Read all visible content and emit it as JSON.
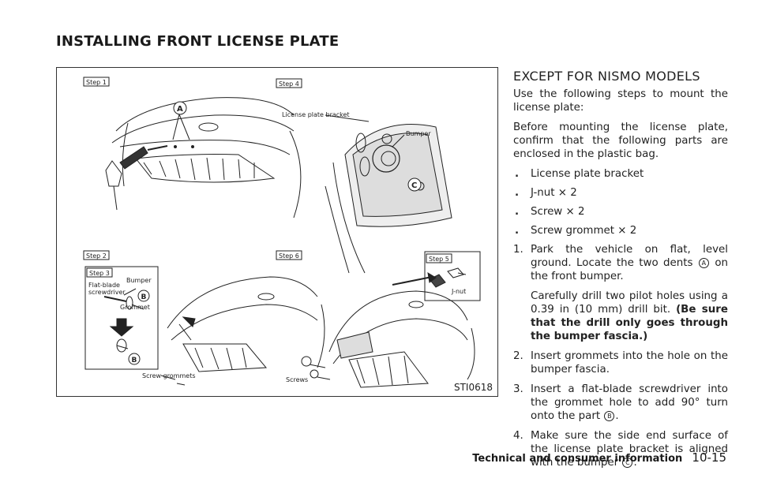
{
  "page": {
    "section_title": "INSTALLING FRONT LICENSE PLATE",
    "figure": {
      "code": "STI0618",
      "steps": [
        "Step 1",
        "Step 4",
        "Step 2",
        "Step 6",
        "Step 3",
        "Step 5"
      ],
      "labels": {
        "license_plate_bracket": "License plate bracket",
        "bumper_1": "Bumper",
        "flat_blade": "Flat-blade",
        "screwdriver": "screwdriver",
        "bumper_2": "Bumper",
        "grommet": "Grommet",
        "jnut": "J-nut",
        "screw_grommets": "Screw grommets",
        "screws": "Screws"
      },
      "callouts": {
        "a": "A",
        "b": "B",
        "c": "C"
      }
    },
    "heading": "EXCEPT FOR NISMO MODELS",
    "intro": "Use the following steps to mount the license plate:",
    "before": "Before mounting the license plate, confirm that the following parts are enclosed in the plastic bag.",
    "bullet_glyph": ".",
    "parts": [
      "License plate bracket",
      "J-nut × 2",
      "Screw × 2",
      "Screw grommet × 2"
    ],
    "steps": [
      {
        "num": "1.",
        "pre": "Park the vehicle on flat, level ground. Locate the two dents",
        "ref": "A",
        "post": "on the front bumper.",
        "sub_text": "Carefully drill two pilot holes using a 0.39 in (10 mm) drill bit.",
        "sub_bold": "(Be sure that the drill only goes through the bumper fascia.)"
      },
      {
        "num": "2.",
        "text": "Insert grommets into the hole on the bumper fascia."
      },
      {
        "num": "3.",
        "pre": "Insert a flat-blade screwdriver into the grommet hole to add 90° turn onto the part",
        "ref": "B",
        "post": "."
      },
      {
        "num": "4.",
        "pre": "Make sure the side end surface of the license plate bracket is aligned with the bumper",
        "ref": "C",
        "post": "."
      }
    ],
    "footer": {
      "chapter": "Technical and consumer information",
      "page_number": "10-15"
    }
  }
}
